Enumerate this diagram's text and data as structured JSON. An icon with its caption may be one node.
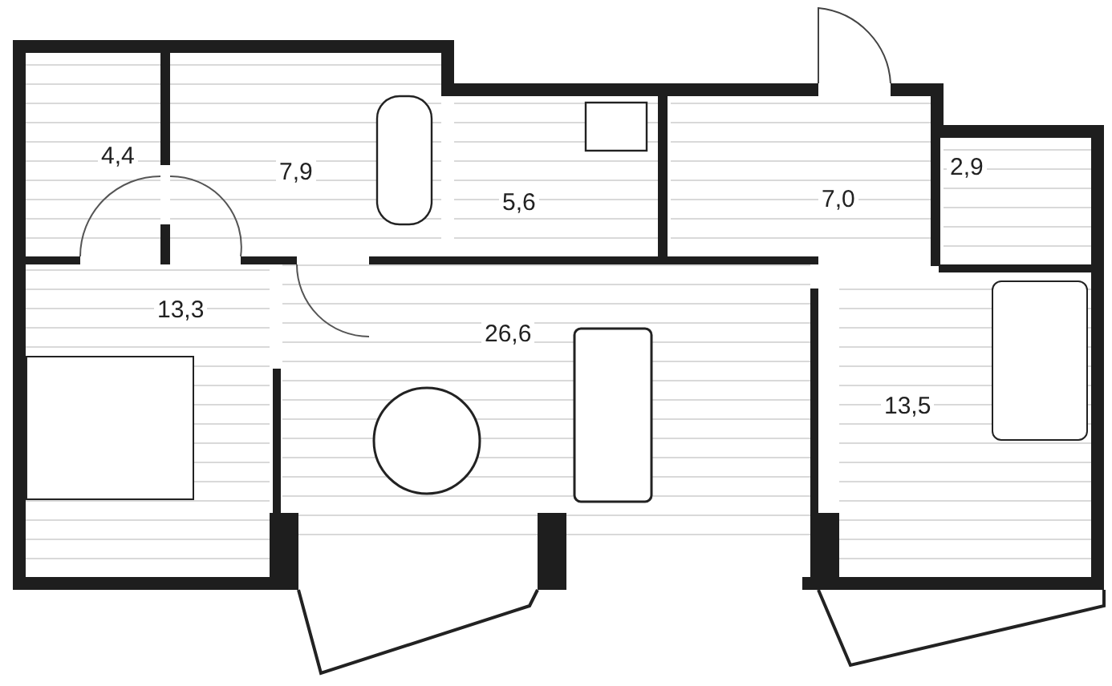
{
  "diagram": {
    "nodes": [
      {
        "text": [
          "4,4"
        ]
      },
      {
        "text": [
          "7,9"
        ]
      },
      {
        "text": [
          "5,6"
        ]
      },
      {
        "text": [
          "7,0"
        ]
      },
      {
        "text": [
          "2,9"
        ]
      },
      {
        "text": [
          "13,3"
        ]
      },
      {
        "text": [
          "26,6"
        ]
      },
      {
        "text": [
          "13,5"
        ]
      }
    ]
  }
}
